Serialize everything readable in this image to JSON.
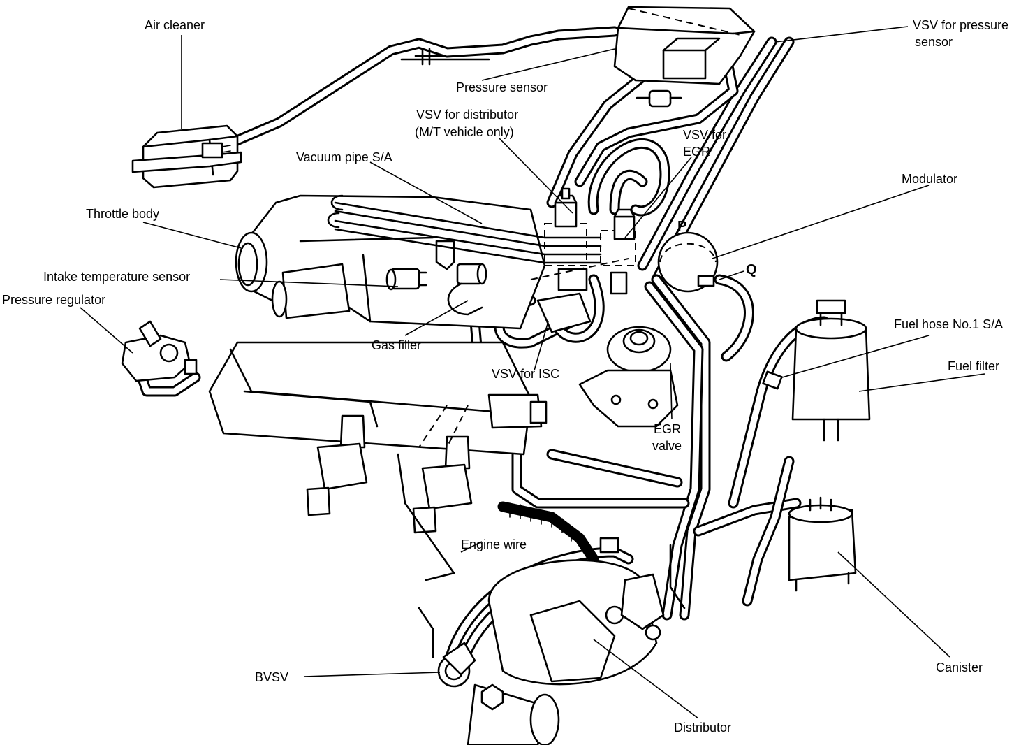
{
  "labels": {
    "air_cleaner": "Air cleaner",
    "vsv_pressure_sensor_1": "VSV for pressure",
    "vsv_pressure_sensor_2": "sensor",
    "pressure_sensor": "Pressure sensor",
    "vsv_distributor_1": "VSV for distributor",
    "vsv_distributor_2": "(M/T vehicle only)",
    "vsv_egr_1": "VSV for",
    "vsv_egr_2": "EGR",
    "vacuum_pipe": "Vacuum pipe S/A",
    "modulator": "Modulator",
    "throttle_body": "Throttle body",
    "port_p": "P",
    "port_q": "Q",
    "intake_temp_sensor": "Intake temperature sensor",
    "pressure_regulator": "Pressure regulator",
    "fuel_hose": "Fuel hose No.1 S/A",
    "gas_filler": "Gas filler",
    "fuel_filter": "Fuel filter",
    "vsv_isc": "VSV for ISC",
    "egr_valve_1": "EGR",
    "egr_valve_2": "valve",
    "engine_wire": "Engine wire",
    "canister": "Canister",
    "bvsv": "BVSV",
    "distributor": "Distributor"
  }
}
